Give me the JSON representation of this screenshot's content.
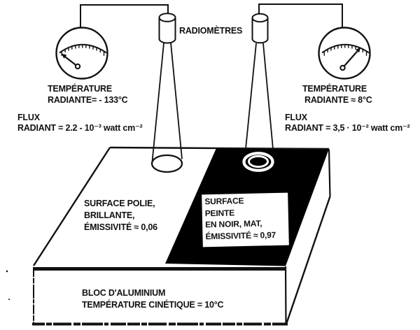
{
  "diagram": {
    "radiometers_label": "RADIOMÈTRES",
    "left": {
      "temperature_line1": "TEMPÉRATURE",
      "temperature_line2": "RADIANTE= - 133°C",
      "flux_line1": "FLUX",
      "flux_line2": "RADIANT = 2.2 - 10⁻³ watt cm⁻²",
      "surface_line1": "SURFACE POLIE,",
      "surface_line2": "BRILLANTE,",
      "surface_line3": "ÉMISSIVITÉ ≈ 0,06"
    },
    "right": {
      "temperature_line1": "TEMPÉRATURE",
      "temperature_line2": "RADIANTE ≈ 8°C",
      "flux_line1": "FLUX",
      "flux_line2": "RADIANT = 3,5 · 10⁻² watt cm⁻²",
      "surface_line1": "SURFACE",
      "surface_line2": "PEINTE",
      "surface_line3": "EN NOIR, MAT,",
      "surface_line4": "ÉMISSIVITÉ ≈ 0,97"
    },
    "block": {
      "line1": "BLOC D'ALUMINIUM",
      "line2": "TEMPÉRATURE CINÉTIQUE = 10°C"
    },
    "colors": {
      "ink": "#111111",
      "paper": "#ffffff",
      "painted_surface": "#000000"
    }
  }
}
